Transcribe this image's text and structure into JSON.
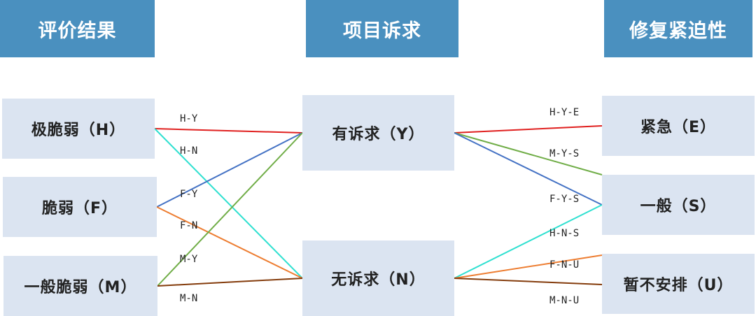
{
  "headers": {
    "evaluation": "评价结果",
    "appeal": "项目诉求",
    "urgency": "修复紧迫性"
  },
  "nodes": {
    "H": "极脆弱（H）",
    "F": "脆弱（F）",
    "M": "一般脆弱（M）",
    "Y": "有诉求（Y）",
    "N": "无诉求（N）",
    "E": "紧急（E）",
    "S": "一般（S）",
    "U": "暂不安排（U）"
  },
  "edge_labels": {
    "HY": "H-Y",
    "HN": "H-N",
    "FY": "F-Y",
    "FN": "F-N",
    "MY": "M-Y",
    "MN": "M-N",
    "HYE": "H-Y-E",
    "MYS": "M-Y-S",
    "FYS": "F-Y-S",
    "HNS": "H-N-S",
    "FNU": "F-N-U",
    "MNU": "M-N-U"
  },
  "colors": {
    "header_bg": "#4a90bf",
    "box_bg": "#dbe4f1",
    "H_path": "#e0201f",
    "H_N_path": "#2fe0d0",
    "F_path": "#4472c4",
    "F_N_path": "#ed7d31",
    "M_Y_path": "#70ad47",
    "M_N_path": "#843c0c"
  }
}
